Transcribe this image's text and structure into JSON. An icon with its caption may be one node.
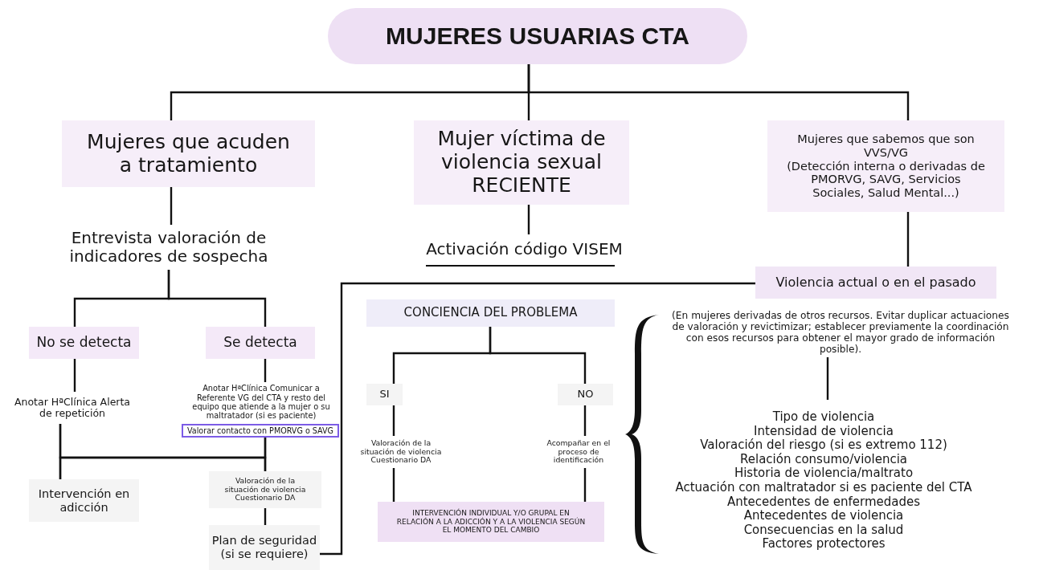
{
  "diagram": {
    "nodes": [
      {
        "text": [
          "MUJERES USUARIAS CTA"
        ]
      },
      {
        "text": [
          "Mujeres que acuden a tratamiento"
        ]
      },
      {
        "text": [
          "Mujer víctima de violencia sexual RECIENTE"
        ]
      },
      {
        "text": [
          "Mujeres que sabemos que son VVS/VG",
          "(Detección interna o derivadas de PMORVG, SAVG, Servicios Sociales, Salud Mental...)"
        ]
      },
      {
        "text": [
          "Entrevista valoración de indicadores de sospecha"
        ]
      },
      {
        "text": [
          "Activación código VISEM"
        ]
      },
      {
        "text": [
          "Violencia actual o en el pasado"
        ]
      },
      {
        "text": [
          "No se detecta"
        ]
      },
      {
        "text": [
          "Se detecta"
        ]
      },
      {
        "text": [
          "CONCIENCIA DEL PROBLEMA"
        ]
      },
      {
        "text": [
          "Anotar HªClínica Alerta de repetición"
        ]
      },
      {
        "text": [
          "Anotar HªClínica Comunicar a Referente VG del CTA y resto del equipo que atiende a la mujer o su maltratador (si es paciente)"
        ]
      },
      {
        "text": [
          "Valorar contacto con PMORVG o SAVG"
        ]
      },
      {
        "text": [
          "SI"
        ]
      },
      {
        "text": [
          "NO"
        ]
      },
      {
        "text": [
          "Valoración de la situación de violencia Cuestionario DA"
        ]
      },
      {
        "text": [
          "Acompañar en el proceso de identificación"
        ]
      },
      {
        "text": [
          "(En mujeres derivadas de otros recursos. Evitar duplicar actuaciones de valoración y revictimizar; establecer previamente la coordinación con esos recursos para obtener el mayor grado de información posible)."
        ]
      },
      {
        "text": [
          "Tipo de violencia",
          "Intensidad de violencia",
          "Valoración del riesgo (si es extremo 112)",
          "Relación consumo/violencia",
          "Historia de violencia/maltrato",
          "Actuación con maltratador si es paciente del CTA",
          "Antecedentes de enfermedades",
          "Antecedentes de violencia",
          "Consecuencias en la salud",
          "Factores protectores"
        ]
      },
      {
        "text": [
          "Intervención en adicción"
        ]
      },
      {
        "text": [
          "Valoración de la situación de violencia Cuestionario DA"
        ]
      },
      {
        "text": [
          "INTERVENCIÓN INDIVIDUAL Y/O GRUPAL EN RELACIÓN A LA ADICCIÓN Y A LA VIOLENCIA SEGÚN EL MOMENTO DEL CAMBIO"
        ]
      },
      {
        "text": [
          "Plan de seguridad (si se requiere)"
        ]
      },
      {
        "text": [],
        "shape": "bracket"
      }
    ],
    "edges": [
      {
        "from": 0,
        "to": 1,
        "arrow": "none"
      },
      {
        "from": 0,
        "to": 2,
        "arrow": "none"
      },
      {
        "from": 0,
        "to": 3,
        "arrow": "none"
      },
      {
        "from": 1,
        "to": 4,
        "arrow": "none"
      },
      {
        "from": 2,
        "to": 5,
        "arrow": "none"
      },
      {
        "from": 3,
        "to": 6,
        "arrow": "none"
      },
      {
        "from": 4,
        "to": 7,
        "arrow": "none"
      },
      {
        "from": 4,
        "to": 8,
        "arrow": "none"
      },
      {
        "from": 7,
        "to": 10,
        "arrow": "none"
      },
      {
        "from": 8,
        "to": 11,
        "arrow": "none"
      },
      {
        "from": 10,
        "to": 19,
        "arrow": "none"
      },
      {
        "from": 10,
        "to": 20,
        "arrow": "none"
      },
      {
        "from": 12,
        "to": 19,
        "arrow": "none"
      },
      {
        "from": 12,
        "to": 20,
        "arrow": "none"
      },
      {
        "from": 20,
        "to": 22,
        "arrow": "none"
      },
      {
        "from": 22,
        "to": 6,
        "arrow": "none"
      },
      {
        "from": 9,
        "to": 13,
        "arrow": "none"
      },
      {
        "from": 9,
        "to": 14,
        "arrow": "none"
      },
      {
        "from": 13,
        "to": 15,
        "arrow": "none"
      },
      {
        "from": 14,
        "to": 16,
        "arrow": "none"
      },
      {
        "from": 15,
        "to": 21,
        "arrow": "none"
      },
      {
        "from": 16,
        "to": 21,
        "arrow": "none"
      },
      {
        "from": 17,
        "to": 18,
        "arrow": "none"
      }
    ]
  }
}
